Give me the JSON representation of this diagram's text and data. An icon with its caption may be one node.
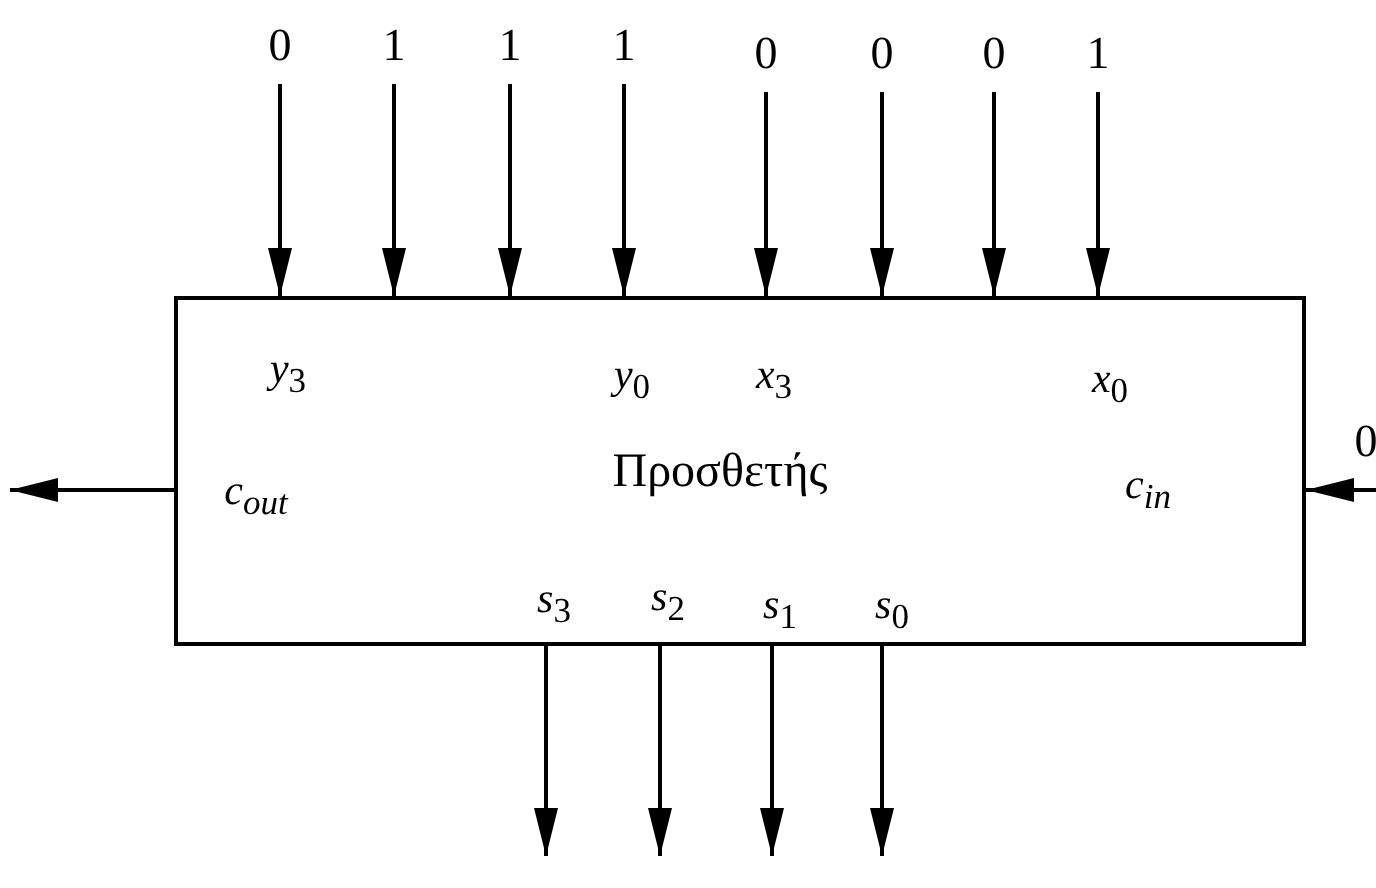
{
  "diagram": {
    "nodes": [
      {
        "text": [
          "Προσθετής"
        ]
      },
      {
        "text": [
          "0"
        ]
      },
      {
        "text": [
          "1"
        ]
      },
      {
        "text": [
          "1"
        ]
      },
      {
        "text": [
          "1"
        ]
      },
      {
        "text": [
          "0"
        ]
      },
      {
        "text": [
          "0"
        ]
      },
      {
        "text": [
          "0"
        ]
      },
      {
        "text": [
          "1"
        ]
      },
      {
        "text": [
          "0"
        ]
      }
    ],
    "edges": [
      {
        "from": 1,
        "to": 0,
        "arrow": "to"
      },
      {
        "from": 2,
        "to": 0,
        "arrow": "to"
      },
      {
        "from": 3,
        "to": 0,
        "arrow": "to"
      },
      {
        "from": 4,
        "to": 0,
        "arrow": "to"
      },
      {
        "from": 5,
        "to": 0,
        "arrow": "to"
      },
      {
        "from": 6,
        "to": 0,
        "arrow": "to"
      },
      {
        "from": 7,
        "to": 0,
        "arrow": "to"
      },
      {
        "from": 8,
        "to": 0,
        "arrow": "to"
      },
      {
        "from": 9,
        "to": 0,
        "arrow": "to"
      },
      {
        "from": 0,
        "to": null,
        "arrow": "to"
      },
      {
        "from": 0,
        "to": null,
        "arrow": "to"
      },
      {
        "from": 0,
        "to": null,
        "arrow": "to"
      },
      {
        "from": 0,
        "to": null,
        "arrow": "to"
      },
      {
        "from": 0,
        "to": null,
        "arrow": "to"
      }
    ],
    "labels": [
      "*y*$_{3}$",
      "*y*$_{0}$",
      "*x*$_{3}$",
      "*x*$_{0}$",
      "*c*$_{out}$",
      "*c*$_{in}$",
      "*s*$_{3}$",
      "*s*$_{2}$",
      "*s*$_{1}$",
      "*s*$_{0}$"
    ]
  }
}
